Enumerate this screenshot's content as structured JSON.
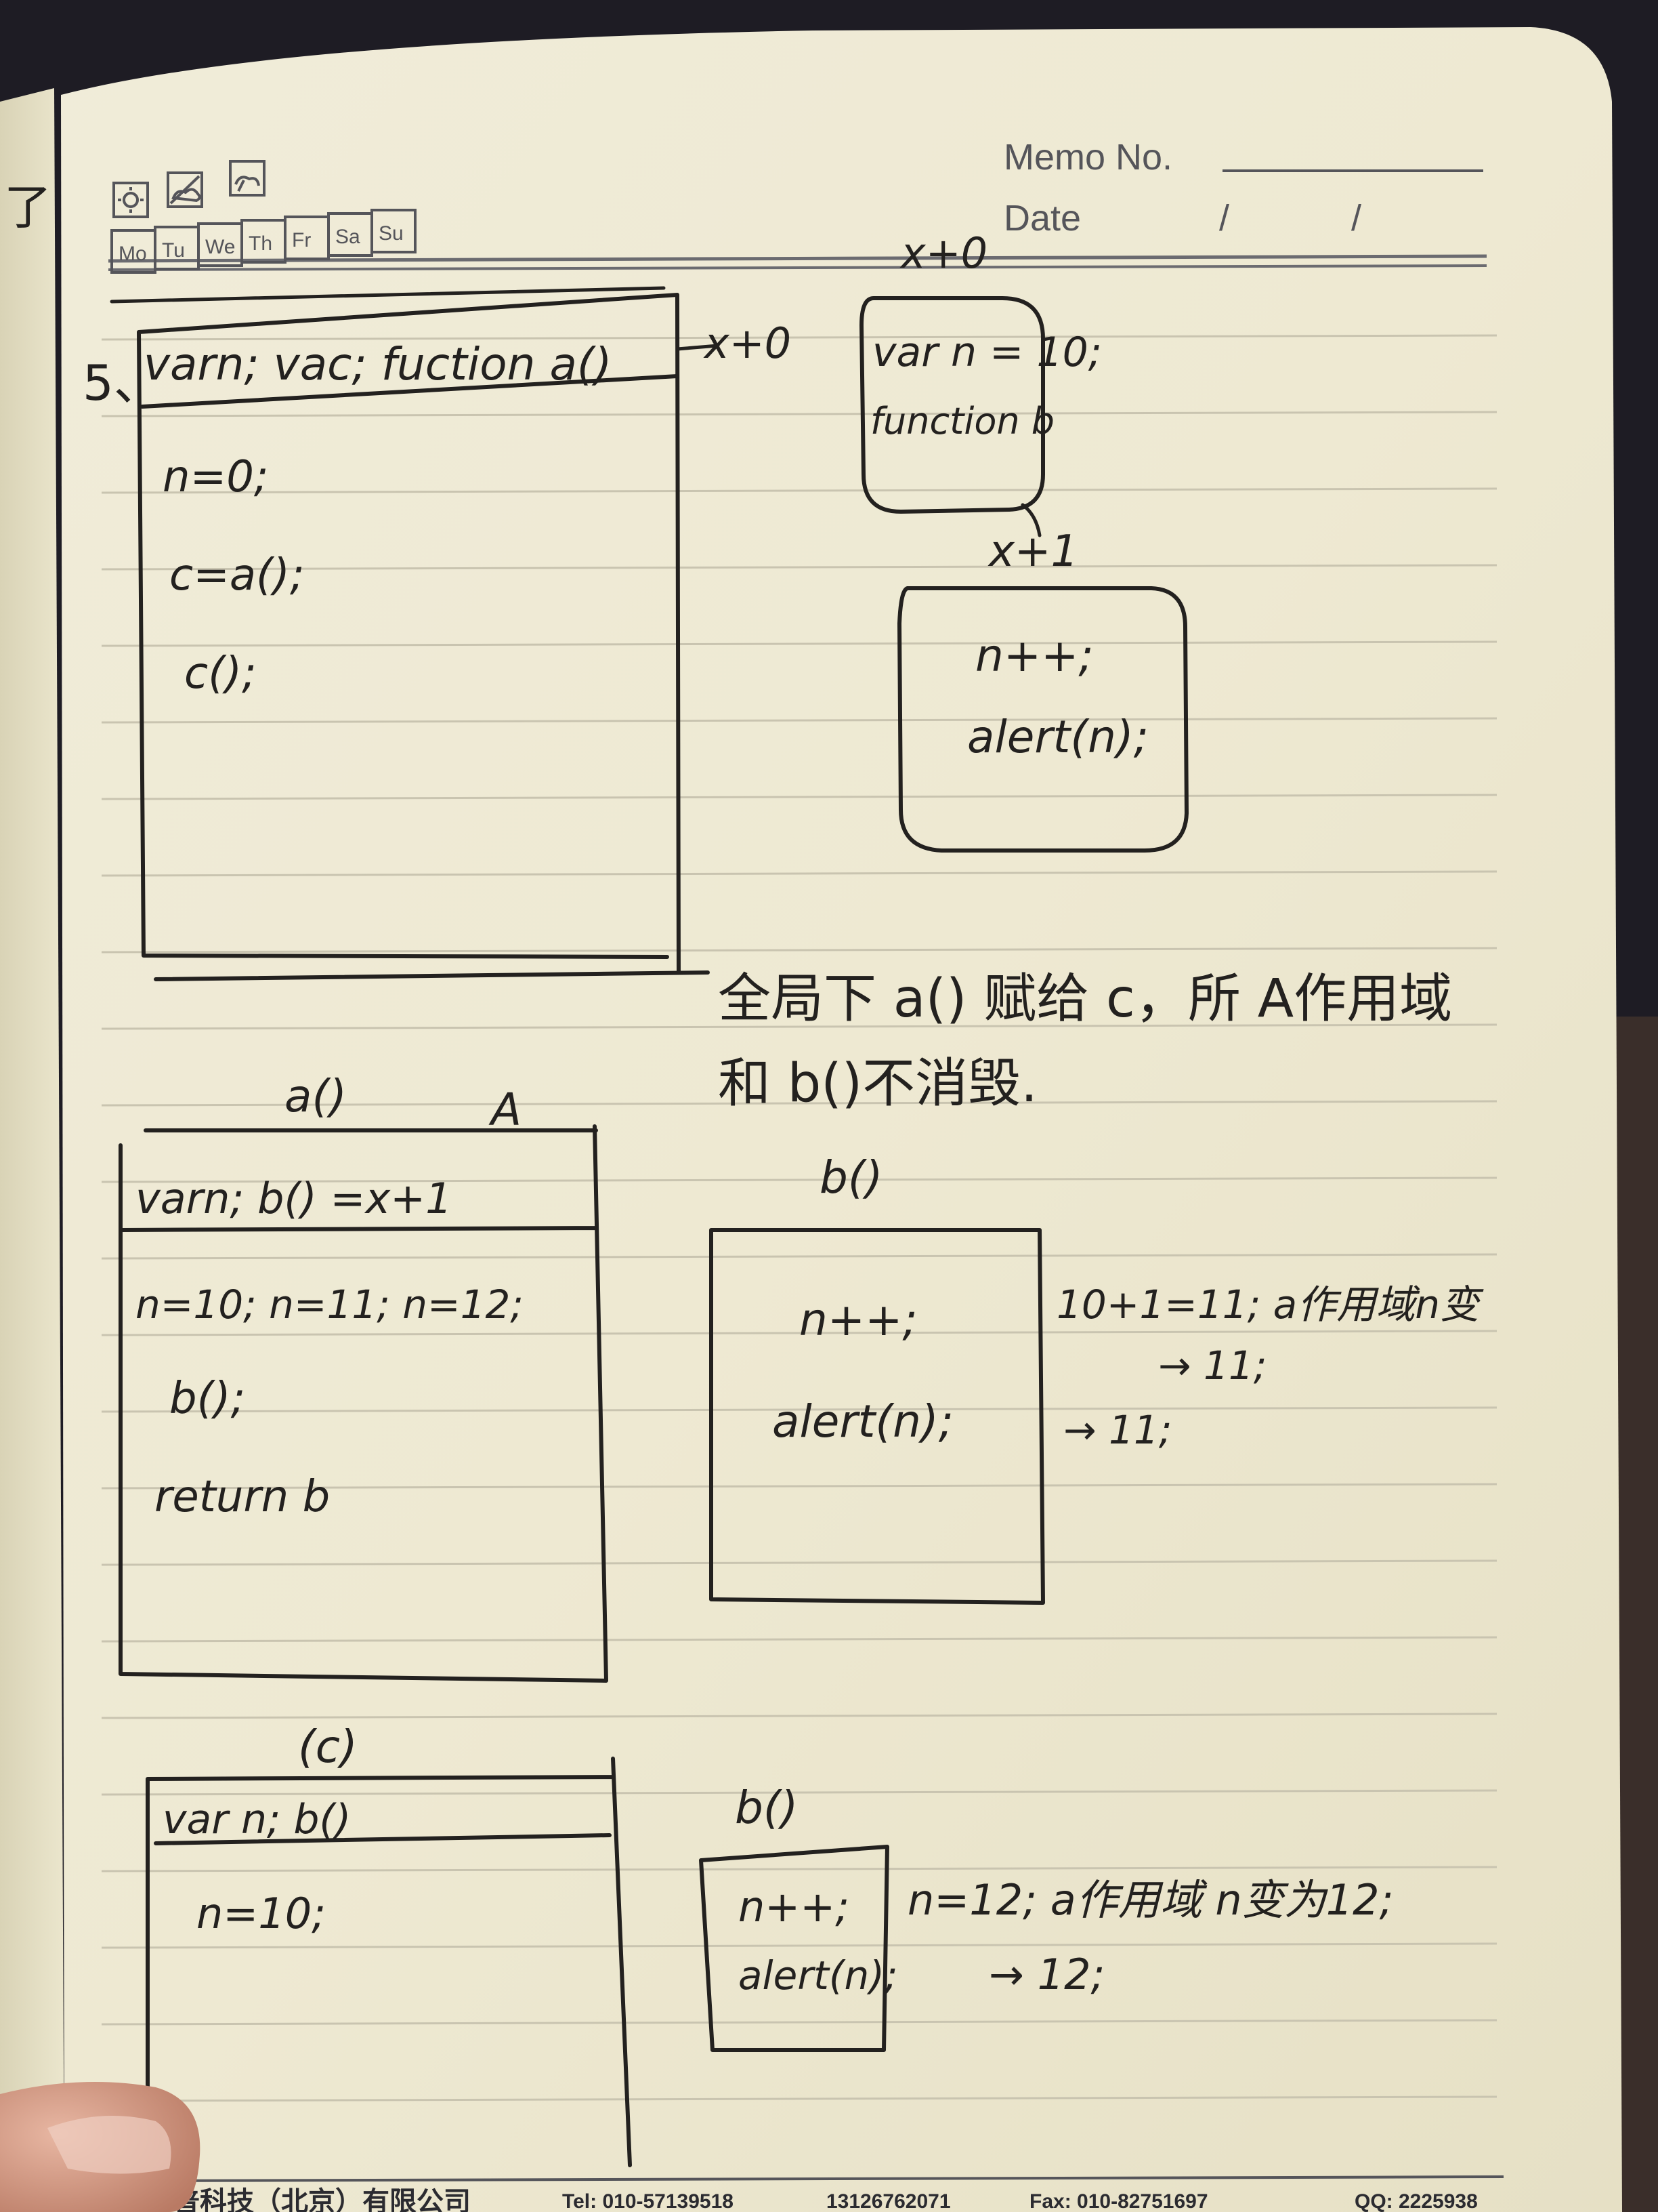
{
  "header": {
    "memo_label": "Memo No.",
    "date_label": "Date",
    "date_sep_1": "/",
    "date_sep_2": "/",
    "weekdays": [
      "Mo",
      "Tu",
      "We",
      "Th",
      "Fr",
      "Sa",
      "Su"
    ],
    "weather_icons": [
      "sun-icon",
      "partly-cloudy-icon",
      "rain-icon"
    ]
  },
  "left_margin_mark": "了",
  "global_scope": {
    "number_label": "5、",
    "decl": "varn;  vac;   fuction a()",
    "lines": [
      "n=0;",
      "c=a();",
      "c();"
    ],
    "link_label": "x+0"
  },
  "a_def": {
    "top_label": "x+0",
    "lines": [
      "var n = 10;",
      "function b"
    ]
  },
  "b_def": {
    "top_label": "x+1",
    "lines": [
      "n++;",
      "alert(n);"
    ]
  },
  "note": {
    "line1": "全局下 a() 赋给 c，所 A作用域",
    "line2": "和  b()不消毁."
  },
  "a_scope": {
    "title": "a()",
    "tag": "A",
    "decl": "varn;     b() =x+1",
    "lines": [
      "n=10;  n=11;  n=12;",
      "b();",
      "return b"
    ]
  },
  "b_call1": {
    "title": "b()",
    "lines": [
      "n++;",
      "alert(n);"
    ],
    "side1": "10+1=11;   a作用域n变",
    "side2": "→ 11;",
    "side3": "→ 11;"
  },
  "c_scope": {
    "title": "(c)",
    "decl": "var n;      b()",
    "lines": [
      "n=10;"
    ]
  },
  "b_call2": {
    "title": "b()",
    "lines": [
      "n++;",
      "alert(n);"
    ],
    "side1": "n=12;   a作用域 n变为12;",
    "side2": "→ 12;"
  },
  "footer": {
    "company": "普科技（北京）有限公司",
    "tel": "Tel: 010-57139518",
    "mobile": "13126762071",
    "fax": "Fax: 010-82751697",
    "qq": "QQ: 2225938"
  }
}
